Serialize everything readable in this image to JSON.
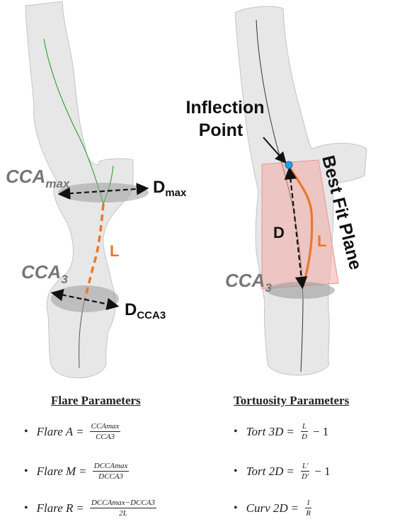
{
  "left_panel": {
    "label_cca_max": "CCA",
    "label_cca_max_sub": "max",
    "label_dmax": "D",
    "label_dmax_sub": "max",
    "label_L": "L",
    "label_cca3": "CCA",
    "label_cca3_sub": "3",
    "label_dcca3": "D",
    "label_dcca3_sub": "CCA3"
  },
  "right_panel": {
    "inflection_line1": "Inflection",
    "inflection_line2": "Point",
    "best_fit_plane": "Best Fit Plane",
    "label_D": "D",
    "label_L": "L",
    "label_cca3": "CCA",
    "label_cca3_sub": "3"
  },
  "flare": {
    "title": "Flare Parameters",
    "bullet": "•",
    "a_name": "Flare A",
    "a_num": "CCAmax",
    "a_den": "CCA3",
    "m_name": "Flare M",
    "m_num": "DCCAmax",
    "m_den": "DCCA3",
    "r_name": "Flare R",
    "r_num": "DCCAmax−DCCA3",
    "r_den": "2L"
  },
  "tortuosity": {
    "title": "Tortuosity Parameters",
    "bullet": "•",
    "t3_name": "Tort 3D",
    "t3_num": "L",
    "t3_den": "D",
    "t3_tail": "− 1",
    "t2_name": "Tort 2D",
    "t2_num": "L′",
    "t2_den": "D′",
    "t2_tail": "− 1",
    "c2_name": "Curv 2D",
    "c2_num": "1",
    "c2_den": "R"
  },
  "equals": "=",
  "colors": {
    "vessel_fill": "#e7e7e7",
    "vessel_stroke": "#c4c4c4",
    "centerline_green": "#3da53d",
    "orange": "#e8782a",
    "label_gray": "#777777",
    "plane_fill": "#f3a9a4",
    "inflection_dot": "#1ea0e6"
  }
}
